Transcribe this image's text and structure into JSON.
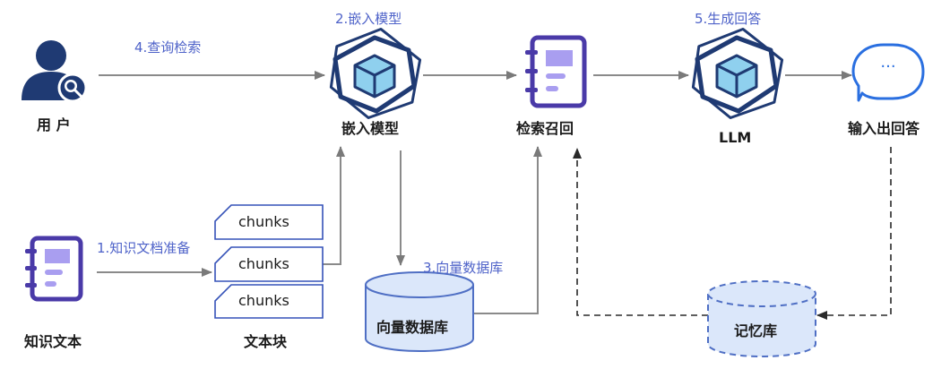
{
  "nodes": {
    "user": "用 户",
    "embed_model": "嵌入模型",
    "retrieval": "检索召回",
    "llm": "LLM",
    "output": "输入出回答",
    "knowledge_text": "知识文本",
    "text_chunks": "文本块",
    "vector_db": "向量数据库",
    "memory_db": "记忆库"
  },
  "steps": {
    "s1": "1.知识文档准备",
    "s2": "2.嵌入模型",
    "s3": "3.向量数据库",
    "s4": "4.查询检索",
    "s5": "5.生成回答"
  },
  "chunks": [
    "chunks",
    "chunks",
    "chunks"
  ],
  "bubble_text": "···",
  "colors": {
    "accent": "#4f63c9",
    "icon_dark": "#1f3a73",
    "icon_light": "#8fd0ee",
    "icon_purple": "#4a3aa8",
    "icon_lavender": "#a99ef0",
    "db_fill": "#dbe7fa",
    "db_stroke": "#4f6fc4",
    "arrow": "#808080"
  }
}
